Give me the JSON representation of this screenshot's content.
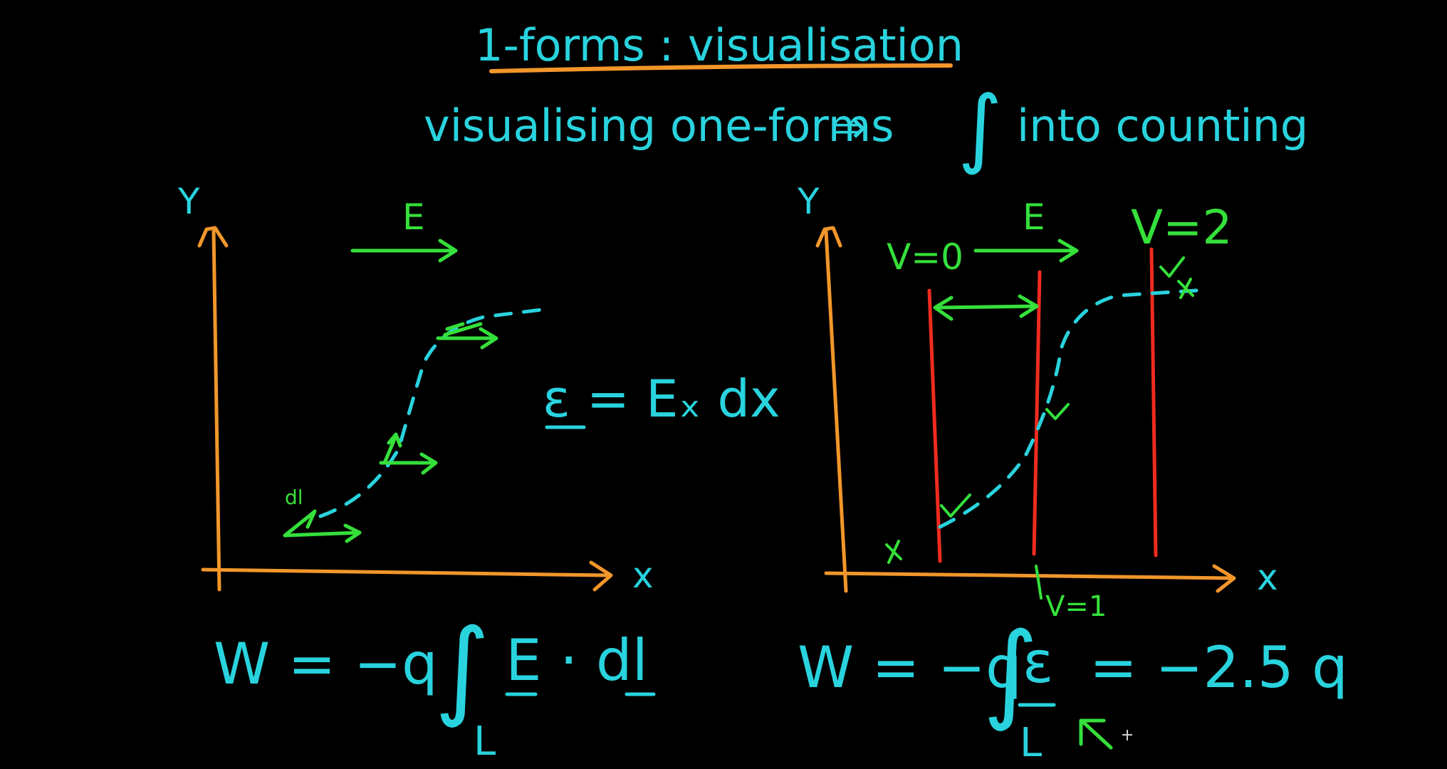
{
  "title": "1-forms : visualisation",
  "subtitle": {
    "left": "visualising one-forms",
    "arrow": "⇒",
    "integral": "∫",
    "right": "into counting"
  },
  "left_plot": {
    "y_label": "Y",
    "x_label": "x",
    "field_label": "E",
    "dl_label": "dl",
    "one_form_equation": "ε = Eₓ dx",
    "work_equation": {
      "lhs": "W = −q",
      "integral": "∫",
      "path": "L",
      "integrand": "E · dl"
    }
  },
  "right_plot": {
    "y_label": "Y",
    "x_label": "x",
    "field_label": "E",
    "potential_labels": [
      "V=0",
      "V=1",
      "V=2"
    ],
    "work_equation": {
      "lhs": "W = −q",
      "integral": "∫",
      "path": "L",
      "integrand": "ε",
      "result": "= −2.5 q"
    }
  },
  "colors": {
    "background": "#000000",
    "cyan": "#29d3de",
    "green": "#35e03a",
    "orange": "#f2962b",
    "red": "#ef2b1f"
  }
}
